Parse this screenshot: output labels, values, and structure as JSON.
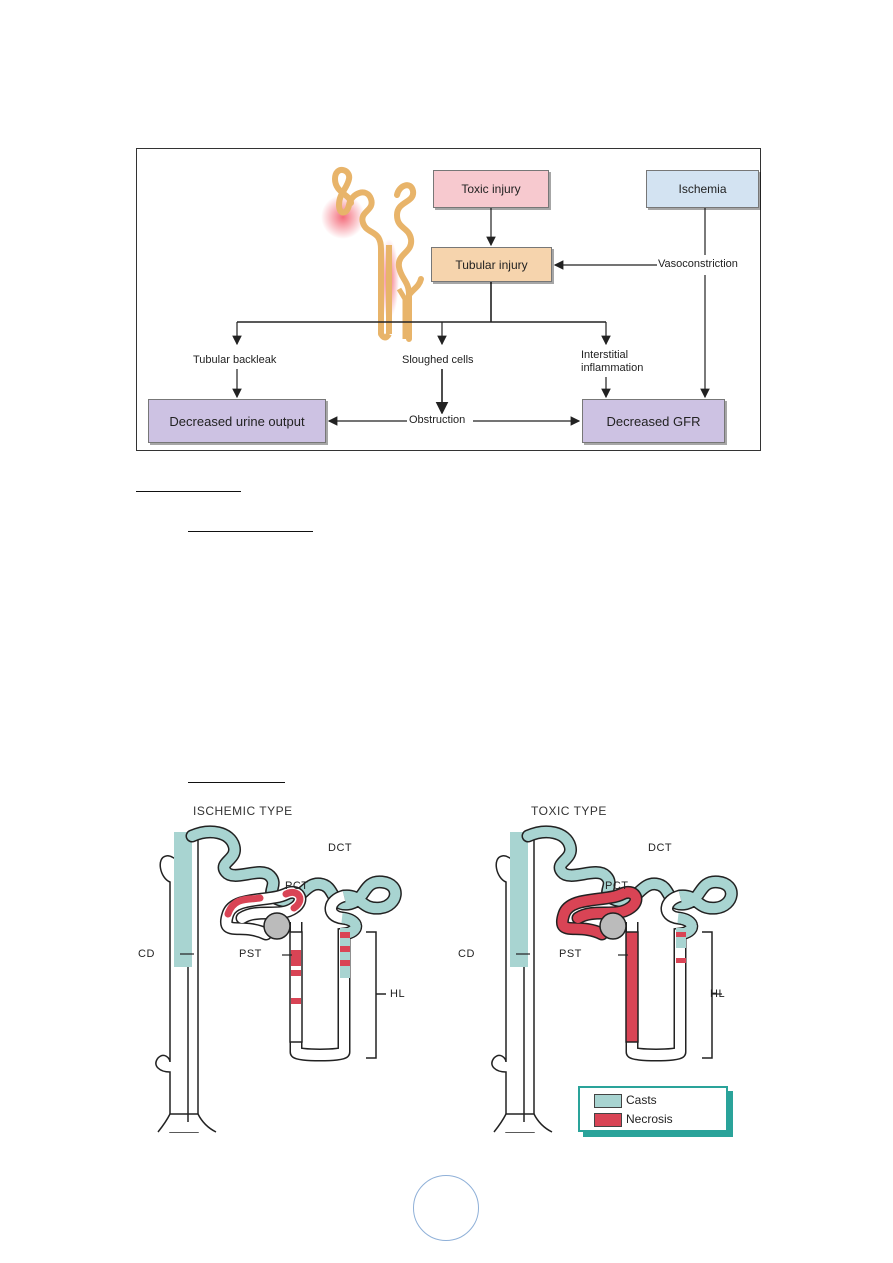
{
  "flowchart": {
    "toxic_injury": "Toxic injury",
    "ischemia": "Ischemia",
    "tubular_injury": "Tubular injury",
    "vasoconstriction": "Vasoconstriction",
    "tubular_backleak": "Tubular backleak",
    "sloughed_cells": "Sloughed cells",
    "interstitial_inflammation_1": "Interstitial",
    "interstitial_inflammation_2": "inflammation",
    "decreased_urine_output": "Decreased urine output",
    "obstruction": "Obstruction",
    "decreased_gfr": "Decreased GFR"
  },
  "nephron_diagrams": {
    "ischemic_title": "ISCHEMIC TYPE",
    "toxic_title": "TOXIC TYPE",
    "labels": {
      "dct": "DCT",
      "pct": "PCT",
      "cd": "CD",
      "pst": "PST",
      "hl": "HL"
    },
    "legend": {
      "casts": "Casts",
      "necrosis": "Necrosis"
    }
  },
  "colors": {
    "casts": "#a8d4d1",
    "necrosis": "#d94455",
    "legend_border": "#2aa39a"
  }
}
